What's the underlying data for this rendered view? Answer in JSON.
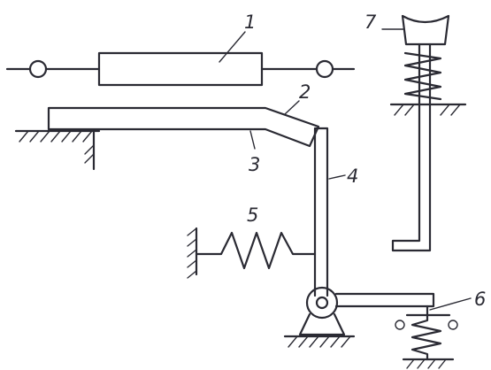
{
  "labels": {
    "l1": "1",
    "l2": "2",
    "l3": "3",
    "l4": "4",
    "l5": "5",
    "l6": "6",
    "l7": "7"
  },
  "colors": {
    "ink": "#2a2a33",
    "paper": "#ffffff"
  }
}
